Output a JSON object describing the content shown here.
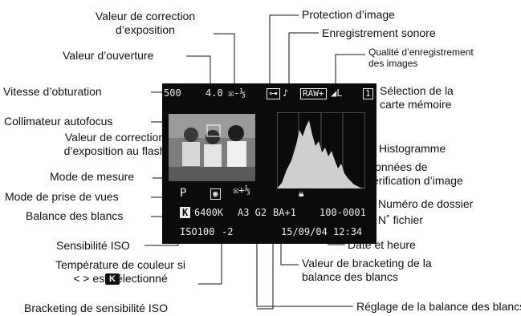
{
  "labels": {
    "valeur_correction_exposition": "Valeur de correction\nd’exposition",
    "valeur_ouverture": "Valeur d’ouverture",
    "vitesse_obturation": "Vitesse d’obturation",
    "collimateur_autofocus": "Collimateur autofocus",
    "valeur_correction_flash": "Valeur de correction\nd’exposition au flash",
    "mode_mesure": "Mode de mesure",
    "mode_prise_vues": "Mode de prise de vues",
    "balance_blancs": "Balance des blancs",
    "sensibilite_iso": "Sensibilité ISO",
    "temperature_couleur": "Température de couleur si\n<       > est sélectionné",
    "temperature_couleur_icon": "K",
    "bracketing_iso": "Bracketing de sensibilité ISO",
    "protection_image": "Protection d’image",
    "enregistrement_sonore": "Enregistrement sonore",
    "qualite_enregistrement": "Qualité d’enregistrement\ndes images",
    "selection_carte": "Sélection de la\ncarte mémoire",
    "histogramme": "Histogramme",
    "donnees_verification": "Données de\nvérification d’image",
    "numero_dossier": "Numéro de dossier",
    "numero_fichier": "N˚ fichier",
    "date_heure": "Date et heure",
    "valeur_bracketing_bb": "Valeur de bracketing de la\nbalance des blancs",
    "reglage_bb": "Réglage de la balance des blancs"
  },
  "screen": {
    "shutter": "500",
    "aperture": "4.0",
    "exposure_comp": "☒-⅓",
    "protect": "⊶",
    "sound": "♪",
    "quality_raw": "RAW+",
    "quality_l": "◢L",
    "card": "1",
    "flash_comp": "☒+⅓",
    "mode": "P",
    "metering": "◉",
    "lock": "🔒︎",
    "wb_icon": "K",
    "wb_temp": "6400K",
    "wb_shift": "A3 G2",
    "wb_bracket": "BA+1",
    "folder_file": "100-0001",
    "iso": "ISO100",
    "iso_bracket": "-2",
    "datetime": "15/09/04 12:34"
  }
}
